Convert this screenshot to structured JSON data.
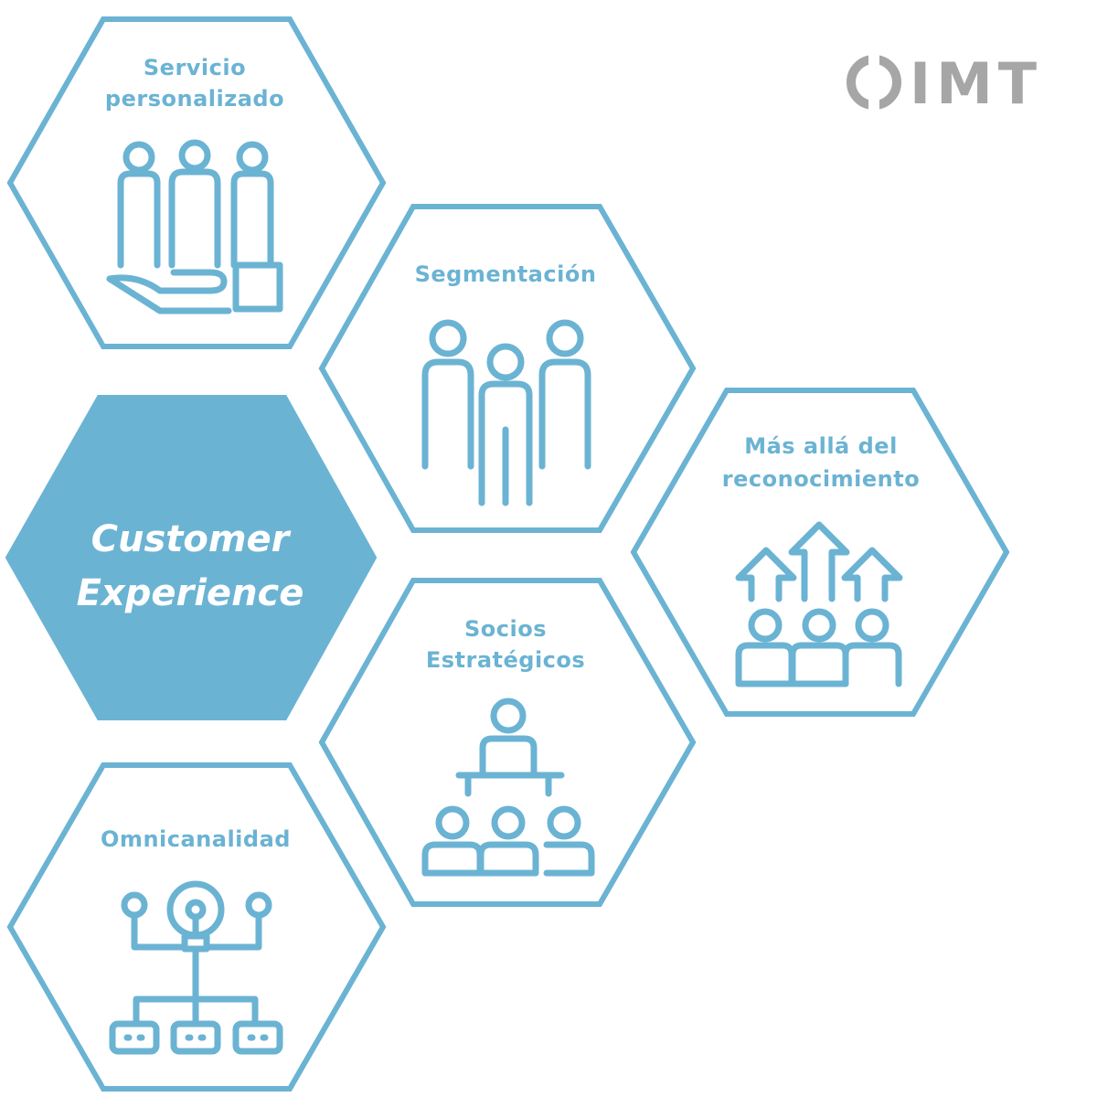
{
  "colors": {
    "hex_stroke": "#6bb3d3",
    "hex_fill_center": "#6bb3d3",
    "label_text": "#6bb3d3",
    "center_text": "#ffffff",
    "logo": "#a6a6a6",
    "background": "#ffffff"
  },
  "logo": {
    "text": "IMT"
  },
  "center": {
    "line1": "Customer",
    "line2": "Experience"
  },
  "hexagons": {
    "servicio": {
      "line1": "Servicio",
      "line2": "personalizado",
      "icon": "people-hand-icon"
    },
    "segmentacion": {
      "line1": "Segmentación",
      "icon": "people-group-icon"
    },
    "reconocimiento": {
      "line1": "Más allá del",
      "line2": "reconocimiento",
      "icon": "people-growth-arrows-icon"
    },
    "socios": {
      "line1": "Socios",
      "line2": "Estratégicos",
      "icon": "meeting-table-icon"
    },
    "omnicanalidad": {
      "line1": "Omnicanalidad",
      "icon": "lightbulb-network-icon"
    }
  }
}
